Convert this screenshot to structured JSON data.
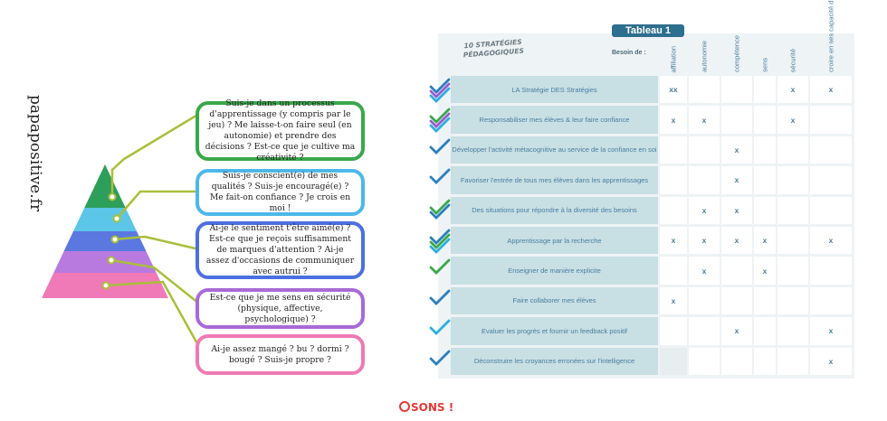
{
  "site": "papapositive.fr",
  "pyramid": {
    "levels": [
      {
        "color": "#2e9e5b"
      },
      {
        "color": "#5bc6e8"
      },
      {
        "color": "#5a78e0"
      },
      {
        "color": "#b97ae0"
      },
      {
        "color": "#f07ab8"
      }
    ],
    "connector_color": "#a9bf3a"
  },
  "questions": [
    {
      "text": "Suis-je dans un processus d'apprentissage (y compris par le jeu) ?  Me laisse-t-on faire seul (en autonomie) et prendre des décisions ? Est-ce que je cultive ma créativité ?",
      "color": "#3aa84a"
    },
    {
      "text": "Suis-je conscient(e) de mes qualités ? Suis-je encouragé(e) ? Me fait-on confiance ? Je crois en moi !",
      "color": "#4cb8ea"
    },
    {
      "text": "Ai-je le sentiment t'être aimé(e) ? Est-ce que je reçois suffisamment de marques d'attention ? Ai-je assez d'occasions de communiquer avec autrui ?",
      "color": "#4d6fe0"
    },
    {
      "text": "Est-ce que je me sens en sécurité (physique, affective, psychologique) ?",
      "color": "#a86ad8"
    },
    {
      "text": "Ai-je assez mangé ? bu ? dormi ? bougé ? Suis-je propre ?",
      "color": "#ee7ab4"
    }
  ],
  "table": {
    "title": "Tableau 1",
    "strategies_label": "10 STRATÉGIES PÉDAGOGIQUES",
    "besoin_label": "Besoin de :",
    "columns": [
      "affiliation",
      "autonomie",
      "compétence",
      "sens",
      "sécurité",
      "croire en ses capacité d'apprendre"
    ],
    "rows": [
      {
        "label": "LA Stratégie DES Stratégies",
        "marks": [
          "xx",
          "",
          "",
          "",
          "x",
          "x"
        ]
      },
      {
        "label": "Responsabiliser mes élèves & leur faire confiance",
        "marks": [
          "x",
          "x",
          "",
          "",
          "x",
          ""
        ]
      },
      {
        "label": "Développer l'activité métacognitive au service de la confiance en soi",
        "marks": [
          "",
          "",
          "x",
          "",
          "",
          ""
        ]
      },
      {
        "label": "Favoriser l'entrée de tous mes élèves dans les apprentissages",
        "marks": [
          "",
          "",
          "x",
          "",
          "",
          ""
        ]
      },
      {
        "label": "Des situations pour répondre à la diversité des besoins",
        "marks": [
          "",
          "x",
          "x",
          "",
          "",
          ""
        ]
      },
      {
        "label": "Apprentissage par la recherche",
        "marks": [
          "x",
          "x",
          "x",
          "x",
          "",
          "x"
        ]
      },
      {
        "label": "Enseigner de manière explicite",
        "marks": [
          "",
          "x",
          "",
          "x",
          "",
          ""
        ]
      },
      {
        "label": "Faire collaborer mes élèves",
        "marks": [
          "x",
          "",
          "",
          "",
          "",
          ""
        ]
      },
      {
        "label": "Evaluer les progrès et fournir un feedback positif",
        "marks": [
          "",
          "",
          "x",
          "",
          "",
          "x"
        ]
      },
      {
        "label": "Déconstruire les croyances erronées sur l'intelligence",
        "marks": [
          "",
          "",
          "",
          "",
          "",
          "x"
        ]
      }
    ],
    "check_colors": [
      "#2a7fbf",
      "#3aa84a",
      "#9a5ad0",
      "#2bb0e0"
    ]
  },
  "logo": "OSONS !"
}
